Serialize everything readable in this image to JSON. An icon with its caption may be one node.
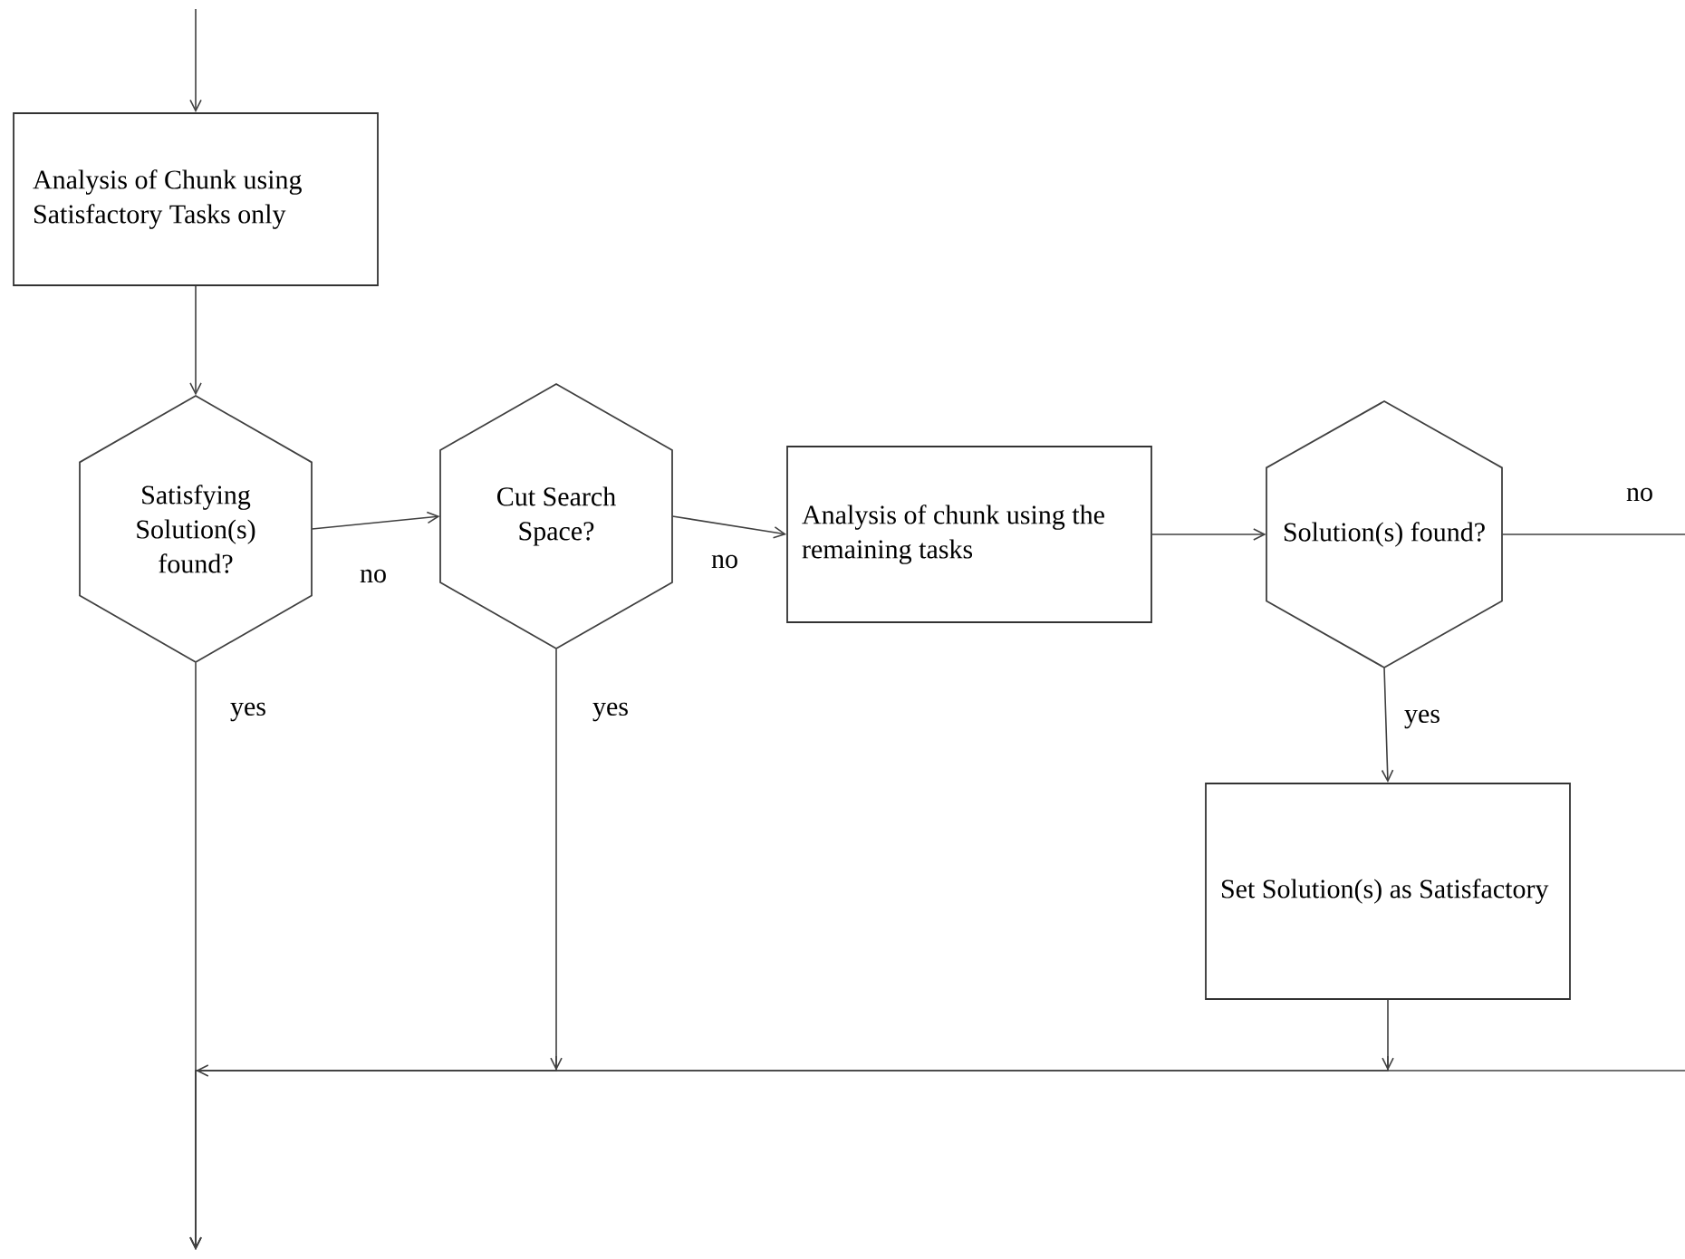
{
  "diagram": {
    "nodes": [
      {
        "text": [
          "Analysis of Chunk using Satisfactory Tasks only"
        ]
      },
      {
        "text": [
          "Satisfying Solution(s) found?"
        ]
      },
      {
        "text": [
          "Cut Search Space?"
        ]
      },
      {
        "text": [
          "Analysis of chunk using the remaining tasks"
        ]
      },
      {
        "text": [
          "Solution(s) found?"
        ]
      },
      {
        "text": [
          "Set Solution(s) as Satisfactory"
        ]
      }
    ],
    "edges": [
      {
        "from": null,
        "to": 0,
        "arrow": "to"
      },
      {
        "from": 0,
        "to": 1,
        "arrow": "to"
      },
      {
        "from": 1,
        "to": 2,
        "arrow": "to",
        "label": "no"
      },
      {
        "from": 2,
        "to": 3,
        "arrow": "to",
        "label": "no"
      },
      {
        "from": 3,
        "to": 4,
        "arrow": "to"
      },
      {
        "from": 4,
        "to": null,
        "arrow": "none",
        "label": "no"
      },
      {
        "from": 4,
        "to": 5,
        "arrow": "to",
        "label": "yes"
      },
      {
        "from": 1,
        "to": null,
        "arrow": "to",
        "label": "yes"
      },
      {
        "from": 2,
        "to": null,
        "arrow": "to",
        "label": "yes"
      },
      {
        "from": 5,
        "to": null,
        "arrow": "to"
      }
    ]
  }
}
